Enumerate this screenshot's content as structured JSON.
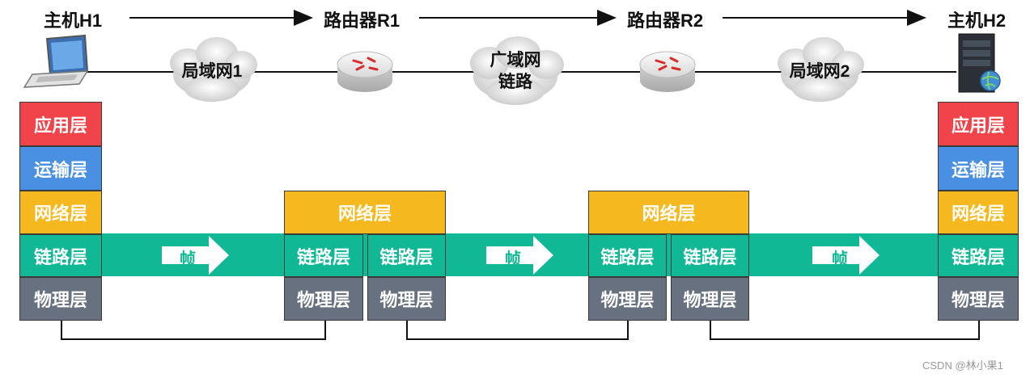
{
  "nodes": {
    "h1": "主机H1",
    "r1": "路由器R1",
    "r2": "路由器R2",
    "h2": "主机H2"
  },
  "clouds": {
    "lan1": "局域网1",
    "wan_line1": "广域网",
    "wan_line2": "链路",
    "lan2": "局域网2"
  },
  "layers": {
    "application": "应用层",
    "transport": "运输层",
    "network": "网络层",
    "datalink": "链路层",
    "physical": "物理层"
  },
  "frame_label": "帧",
  "credit": "CSDN @林小果1",
  "colors": {
    "application": "#f0444a",
    "transport": "#4a90e2",
    "network": "#f5b81e",
    "datalink": "#10b895",
    "physical": "#68717f"
  }
}
